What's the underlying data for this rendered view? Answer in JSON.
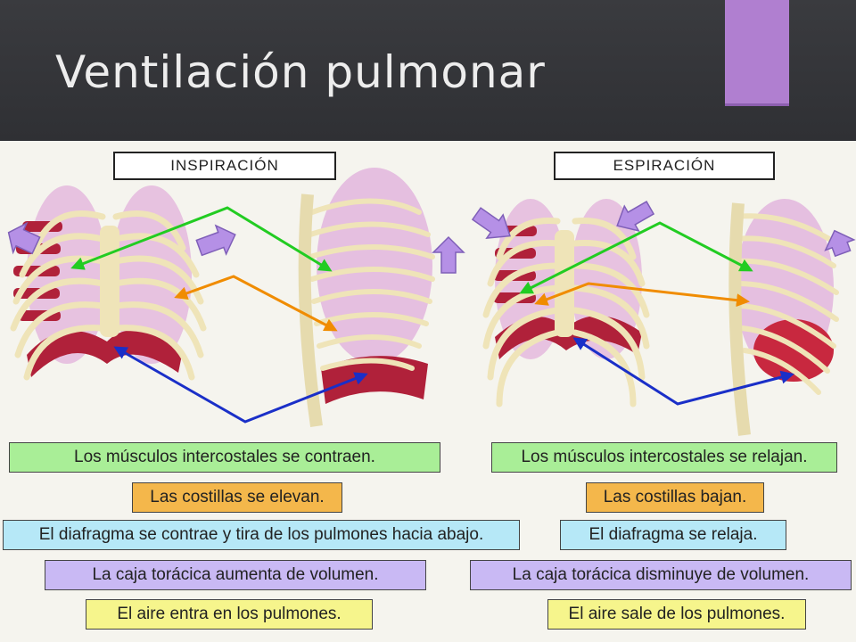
{
  "slide": {
    "title": "Ventilación pulmonar"
  },
  "colors": {
    "header_bg": "#333438",
    "accent": "#b07fd0",
    "green_box": "#a9ee97",
    "orange_box": "#f4b74b",
    "blue_box": "#b6e8f7",
    "purple_box": "#c9b9f4",
    "yellow_box": "#f6f58c",
    "arrow_green": "#22cc22",
    "arrow_orange": "#f08c00",
    "arrow_blue": "#1a2fc8",
    "motion_arrow": "#b590e6"
  },
  "inspiracion": {
    "heading": "INSPIRACIÓN",
    "labels": [
      "Los músculos intercostales se contraen.",
      "Las costillas se elevan.",
      "El diafragma se contrae y tira de los pulmones hacia abajo.",
      "La caja torácica aumenta de volumen.",
      "El aire entra en los pulmones."
    ]
  },
  "espiracion": {
    "heading": "ESPIRACIÓN",
    "labels": [
      "Los músculos intercostales se relajan.",
      "Las costillas bajan.",
      "El diafragma se relaja.",
      "La caja torácica disminuye de volumen.",
      "El aire sale de los pulmones."
    ]
  }
}
